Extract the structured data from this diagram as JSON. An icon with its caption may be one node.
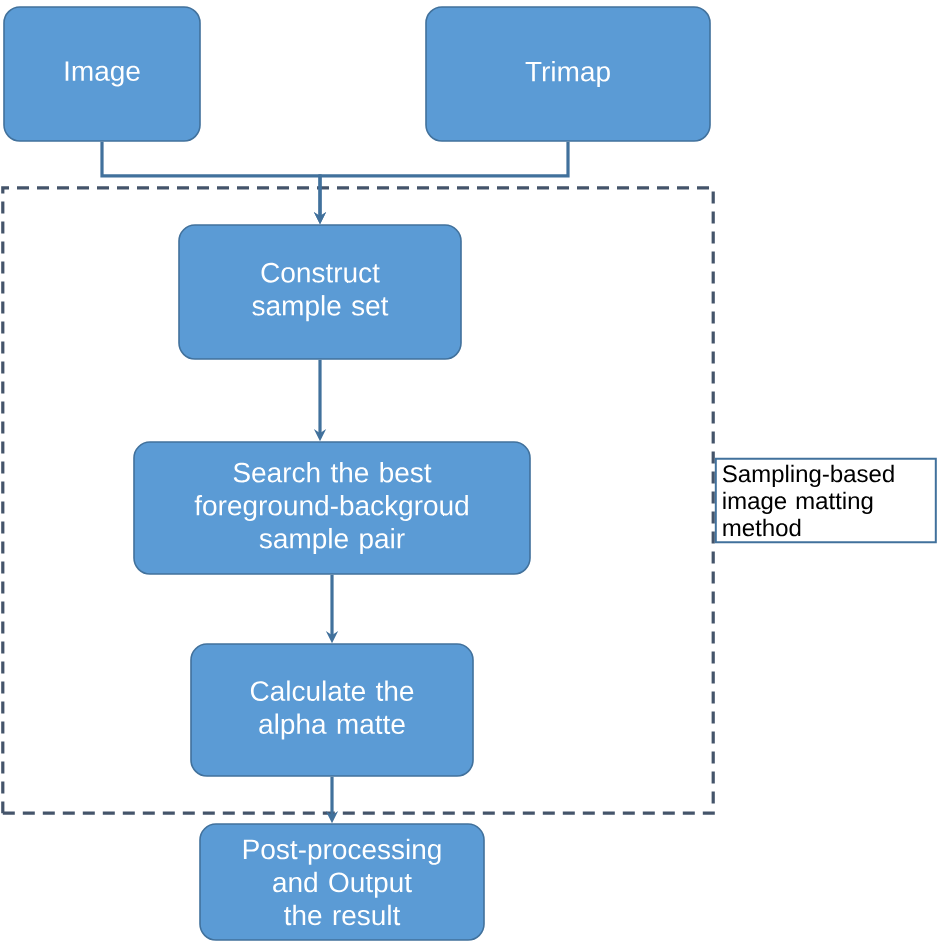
{
  "diagram": {
    "nodes": [
      {
        "text": [
          "Image"
        ]
      },
      {
        "text": [
          "Trimap"
        ]
      },
      {
        "text": [
          "Sampling-based image matting method"
        ]
      },
      {
        "text": [
          "Construct sample set"
        ],
        "in": 2
      },
      {
        "text": [
          "Search the best foreground-backgroud sample pair"
        ],
        "in": 2
      },
      {
        "text": [
          "Calculate the alpha matte"
        ],
        "in": 2
      },
      {
        "text": [
          "Post-processing and Output the result"
        ]
      }
    ],
    "edges": [
      {
        "from": 0,
        "to": 3,
        "arrow": "to"
      },
      {
        "from": 1,
        "to": 3,
        "arrow": "to"
      },
      {
        "from": 3,
        "to": 4,
        "arrow": "to"
      },
      {
        "from": 4,
        "to": 5,
        "arrow": "to"
      },
      {
        "from": 5,
        "to": 6,
        "arrow": "to"
      }
    ]
  }
}
